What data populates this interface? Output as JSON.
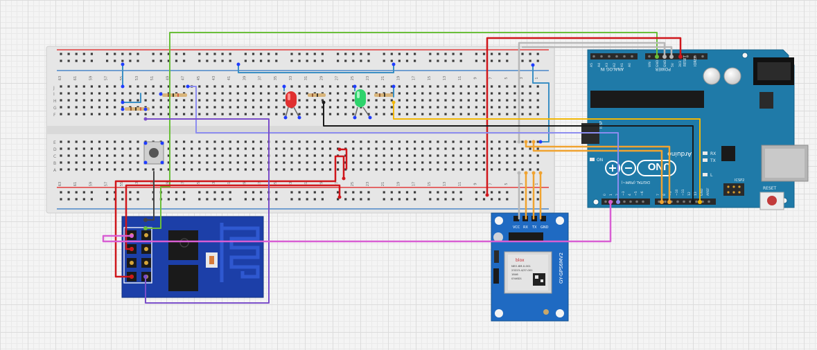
{
  "breadboard": {
    "row_labels_top": [
      "J",
      "I",
      "H",
      "G",
      "F"
    ],
    "row_labels_bottom": [
      "E",
      "D",
      "C",
      "B",
      "A"
    ],
    "column_numbers": [
      "63",
      "61",
      "59",
      "57",
      "55",
      "53",
      "51",
      "49",
      "47",
      "45",
      "43",
      "41",
      "39",
      "37",
      "35",
      "33",
      "31",
      "29",
      "27",
      "25",
      "23",
      "21",
      "19",
      "17",
      "15",
      "13",
      "11",
      "9",
      "7",
      "5",
      "3",
      "1"
    ],
    "column_numbers_bottom": [
      "63",
      "61",
      "59",
      "57",
      "55",
      "53",
      "51",
      "49",
      "47",
      "45",
      "43",
      "41",
      "39",
      "37",
      "35",
      "33",
      "31",
      "29",
      "27",
      "25",
      "23",
      "21",
      "19",
      "17",
      "15",
      "13",
      "11",
      "9",
      "7",
      "5",
      "3",
      "1"
    ]
  },
  "arduino": {
    "brand": "Arduino",
    "model": "UNO",
    "labels": {
      "analog_in": "ANALOG IN",
      "power": "POWER",
      "ioref": "IOREF",
      "reset": "RESET",
      "digital": "DIGITAL (PWM~)",
      "tx": "TX",
      "rx": "RX",
      "l": "L",
      "on": "ON",
      "icsp": "ICSP",
      "icsp2": "ICSP2",
      "reset_button": "RESET",
      "aref": "AREF",
      "gnd": "GND"
    },
    "analog_pins": [
      "A5",
      "A4",
      "A3",
      "A2",
      "A1",
      "A0"
    ],
    "power_pins": [
      "VIN",
      "GND",
      "GND",
      "5V",
      "3V3",
      "RESET",
      "IOREF"
    ],
    "digital_pins": [
      "0",
      "1",
      "2",
      "~3",
      "4",
      "~5",
      "~6",
      "7",
      "8",
      "~9",
      "~10",
      "~11",
      "12",
      "13"
    ]
  },
  "gps": {
    "model_label": "GY-GPS6MV2",
    "pin_labels": [
      "VCC",
      "RX",
      "TX",
      "GND"
    ],
    "chip_brand": "blox",
    "chip_lines": [
      "NEO-6M-0-001",
      "23223-4/37-001",
      "1846",
      "0346D1"
    ]
  },
  "colors": {
    "wire_red": "#d0161b",
    "wire_green": "#6abf3a",
    "wire_gray": "#b8b8b8",
    "wire_black": "#1a1a1a",
    "wire_orange": "#f0a330",
    "wire_blue": "#3a8fc4",
    "wire_lavender": "#8c8cf0",
    "wire_purple": "#7a4dc9",
    "wire_magenta": "#d85ed3",
    "wire_yellow": "#f2b705",
    "arduino_board": "#1f7aa8",
    "esp_board": "#1c3fa8",
    "gps_board": "#1f6ac2"
  },
  "components": [
    "breadboard",
    "arduino-uno",
    "esp-01-wifi-module",
    "gy-gps6mv2-module",
    "red-led",
    "green-led",
    "push-button",
    "resistor"
  ]
}
